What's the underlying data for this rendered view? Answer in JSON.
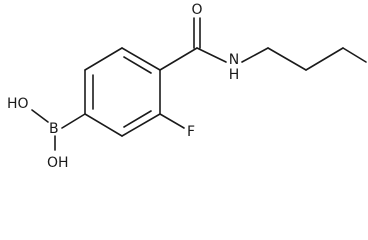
{
  "molecule": {
    "atoms": {
      "oxygen": "O",
      "nitrogen_hydrogen": "N\nH",
      "fluorine": "F",
      "boron": "B",
      "hydroxyl_top": "HO",
      "hydroxyl_bottom": "OH"
    }
  }
}
